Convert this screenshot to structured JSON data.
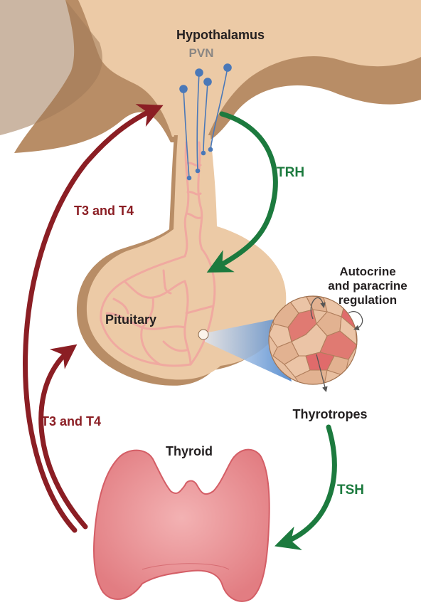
{
  "labels": {
    "hypothalamus": "Hypothalamus",
    "pvn": "PVN",
    "trh": "TRH",
    "t3t4_upper": "T3 and T4",
    "t3t4_lower": "T3 and T4",
    "autocrine_line1": "Autocrine",
    "autocrine_line2": "and paracrine",
    "autocrine_line3": "regulation",
    "pituitary": "Pituitary",
    "thyrotropes": "Thyrotropes",
    "thyroid": "Thyroid",
    "tsh": "TSH"
  },
  "colors": {
    "tissue": "#eccaa6",
    "tissue_shadow": "#b88d66",
    "vessel": "#f0a9a0",
    "feedback_arrow": "#8b1e24",
    "stimulating_arrow": "#1c7a3e",
    "thyroid": "#e98a8d",
    "neuron": "#4a78b8"
  }
}
